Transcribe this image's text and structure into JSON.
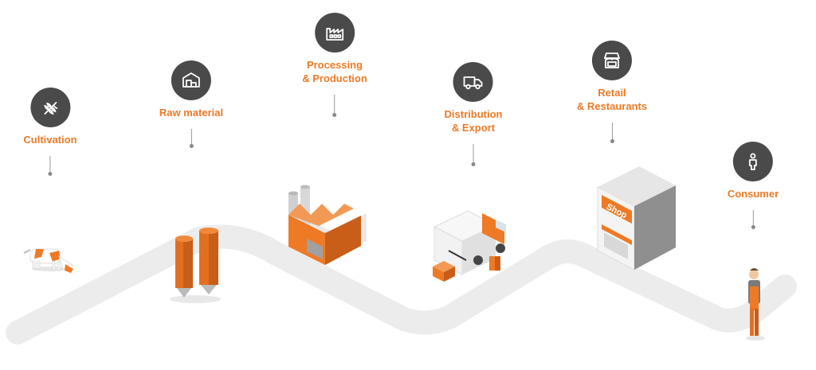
{
  "colors": {
    "accent": "#ee7a25",
    "icon_bg": "#4a4a4a",
    "road": "#ececec"
  },
  "stages": [
    {
      "id": "cultivation",
      "icon": "wheat-icon",
      "lines": [
        "Cultivation"
      ]
    },
    {
      "id": "raw-material",
      "icon": "warehouse-icon",
      "lines": [
        "Raw material"
      ]
    },
    {
      "id": "processing",
      "icon": "factory-icon",
      "lines": [
        "Processing",
        "& Production"
      ]
    },
    {
      "id": "distribution",
      "icon": "truck-icon",
      "lines": [
        "Distribution",
        "& Export"
      ]
    },
    {
      "id": "retail",
      "icon": "storefront-icon",
      "lines": [
        "Retail",
        "& Restaurants"
      ]
    },
    {
      "id": "consumer",
      "icon": "person-icon",
      "lines": [
        "Consumer"
      ]
    }
  ],
  "shop_sign": "Shop"
}
